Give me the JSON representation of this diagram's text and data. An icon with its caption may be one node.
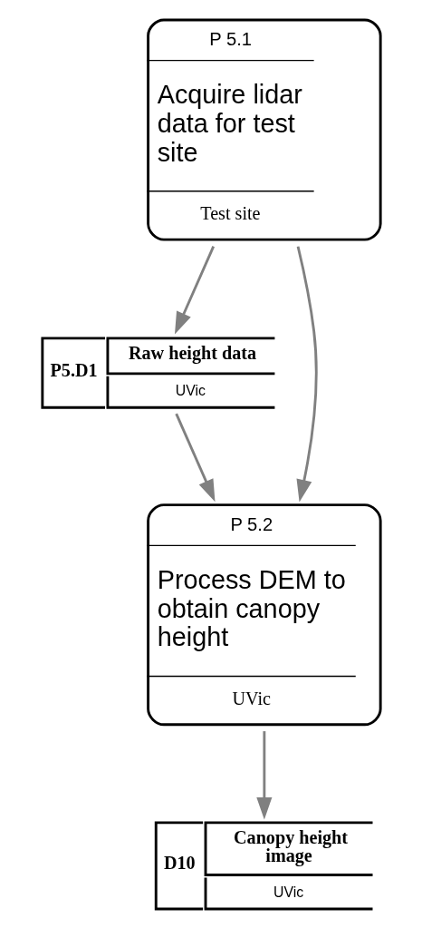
{
  "diagram": {
    "nodes": [
      {
        "text": [
          "P 5.1",
          "Acquire lidar data for test site",
          "Test site"
        ]
      },
      {
        "text": [
          "P5.D1",
          "Raw height data",
          "UVic"
        ]
      },
      {
        "text": [
          "P 5.2",
          "Process DEM to obtain canopy height",
          "UVic"
        ]
      },
      {
        "text": [
          "D10",
          "Canopy height image",
          "UVic"
        ]
      }
    ],
    "edges": [
      {
        "from": 0,
        "to": 1,
        "arrow": "to"
      },
      {
        "from": 0,
        "to": 2,
        "arrow": "to"
      },
      {
        "from": 1,
        "to": 2,
        "arrow": "to"
      },
      {
        "from": 2,
        "to": 3,
        "arrow": "to"
      }
    ]
  }
}
